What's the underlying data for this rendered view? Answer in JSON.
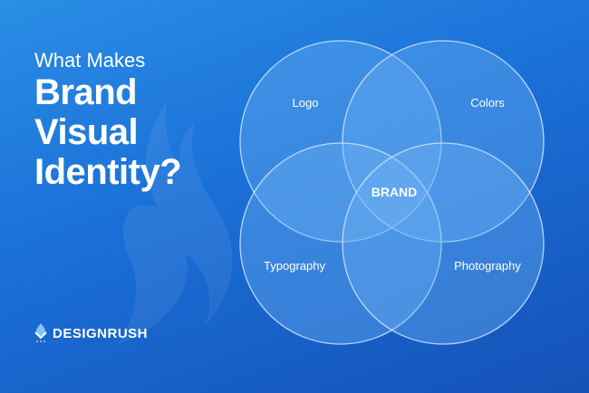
{
  "heading": {
    "subtitle": "What Makes",
    "title_lines": [
      "Brand",
      "Visual",
      "Identity?"
    ]
  },
  "venn": {
    "circles": [
      {
        "label": "Logo"
      },
      {
        "label": "Colors"
      },
      {
        "label": "Typography"
      },
      {
        "label": "Photography"
      }
    ],
    "center_label": "BRAND"
  },
  "brand_logo": {
    "text": "DESIGNRUSH",
    "icon": "designrush-logo-icon"
  },
  "colors": {
    "background_top": "#2a8ee6",
    "background_bottom": "#1552b8",
    "circle_fill": "#6fb3f5",
    "circle_stroke": "#cfe6ff",
    "text": "#ffffff"
  }
}
